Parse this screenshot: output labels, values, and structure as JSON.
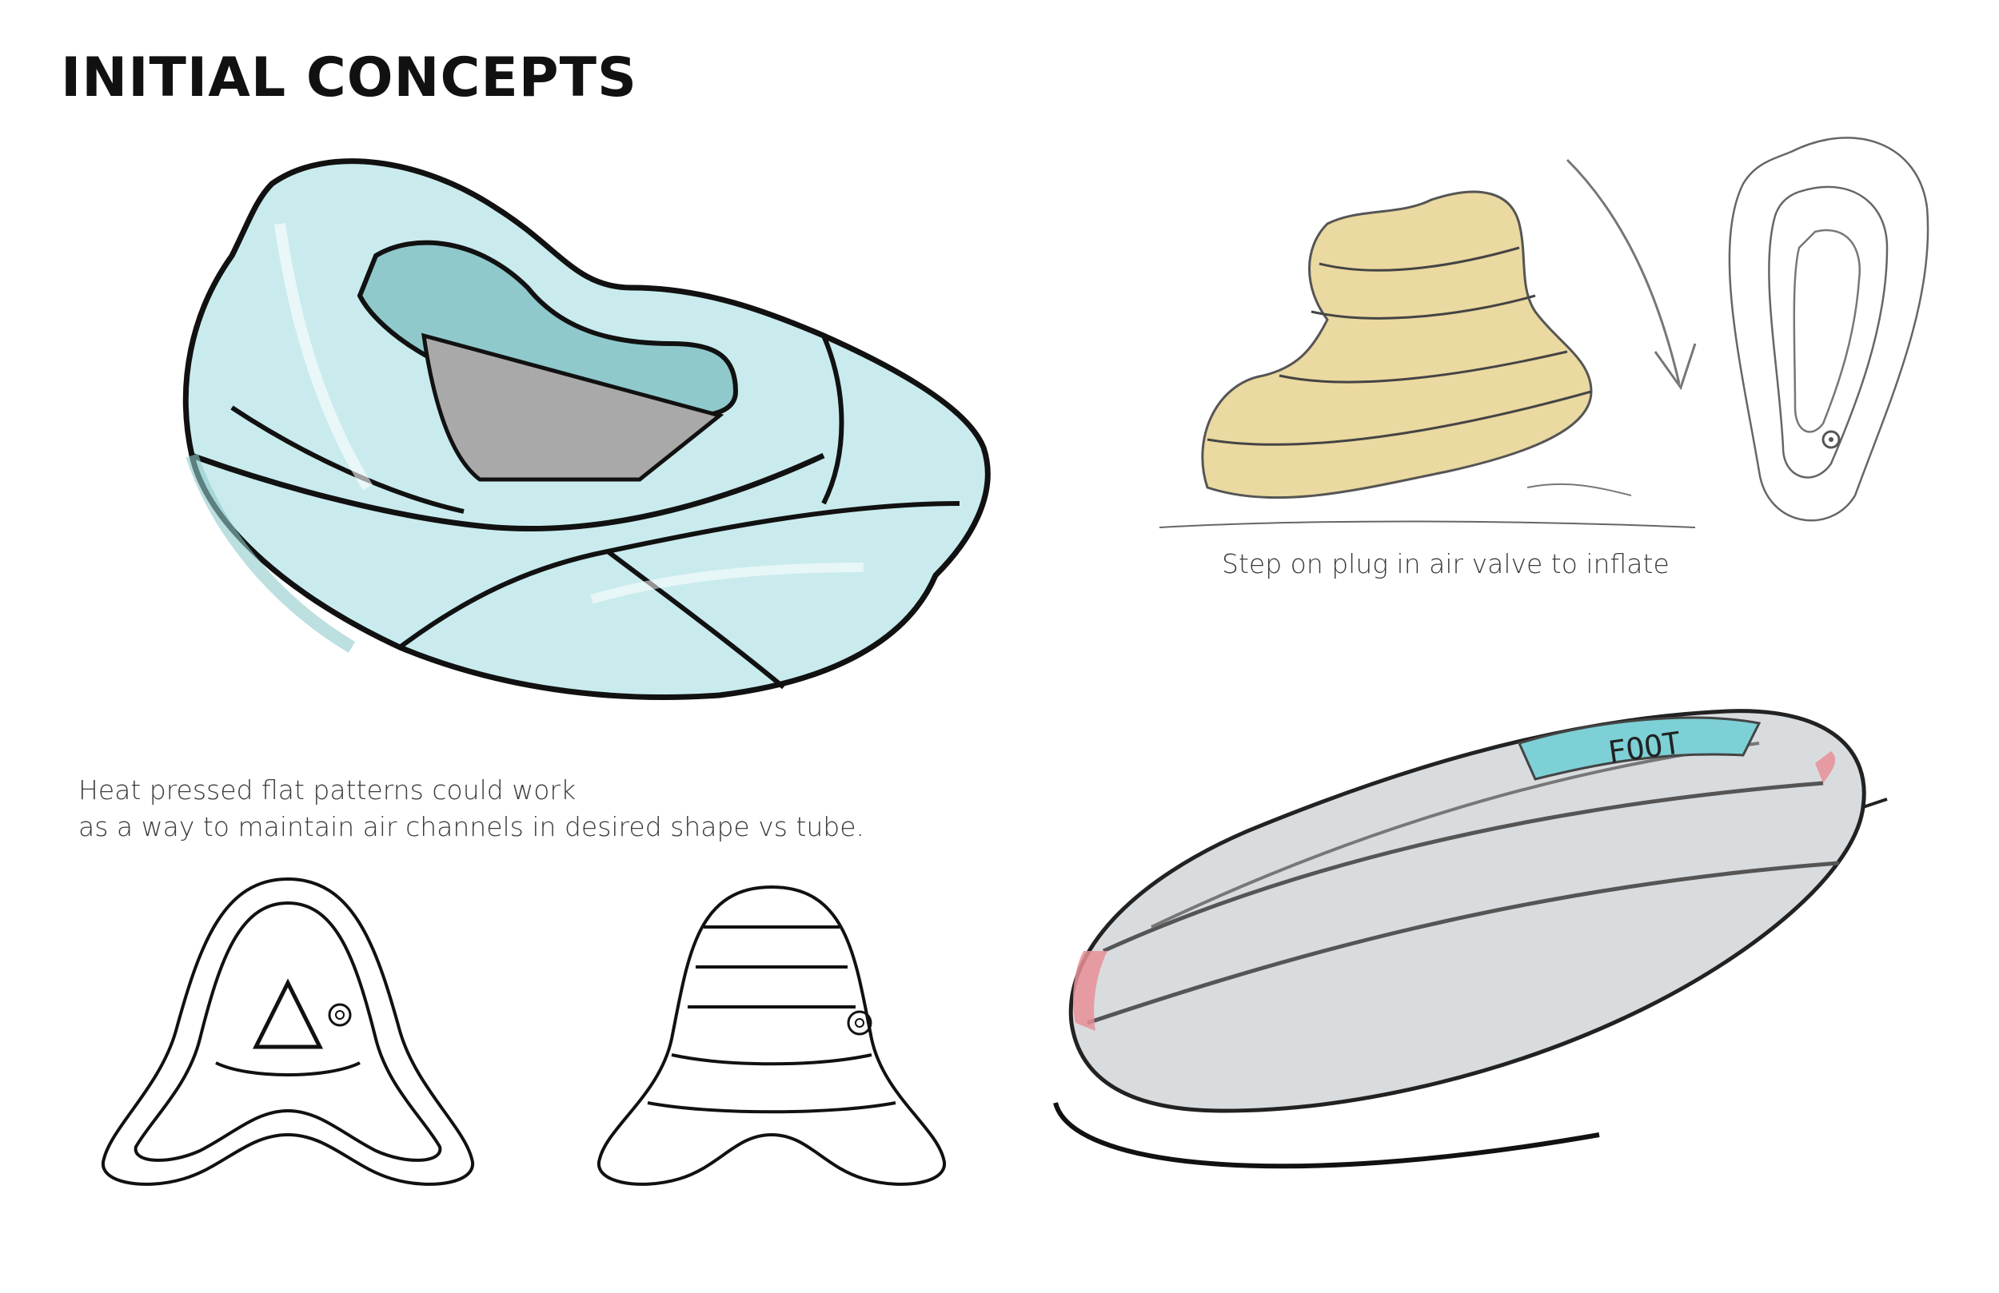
{
  "title": "INITIAL CONCEPTS",
  "captions": {
    "valve": "Step on plug in air valve to inflate",
    "heat_line1": "Heat pressed flat patterns could work",
    "heat_line2": "as a way to maintain air channels in desired shape vs tube."
  },
  "sketches": {
    "foot_label": "FOOT"
  },
  "colors": {
    "mint": "#c9ebed",
    "mint_shade": "#a9d9dc",
    "cream": "#ead9a0",
    "grey_tube": "#d8dcdf",
    "pink": "#e88f97",
    "ink": "#111111"
  }
}
